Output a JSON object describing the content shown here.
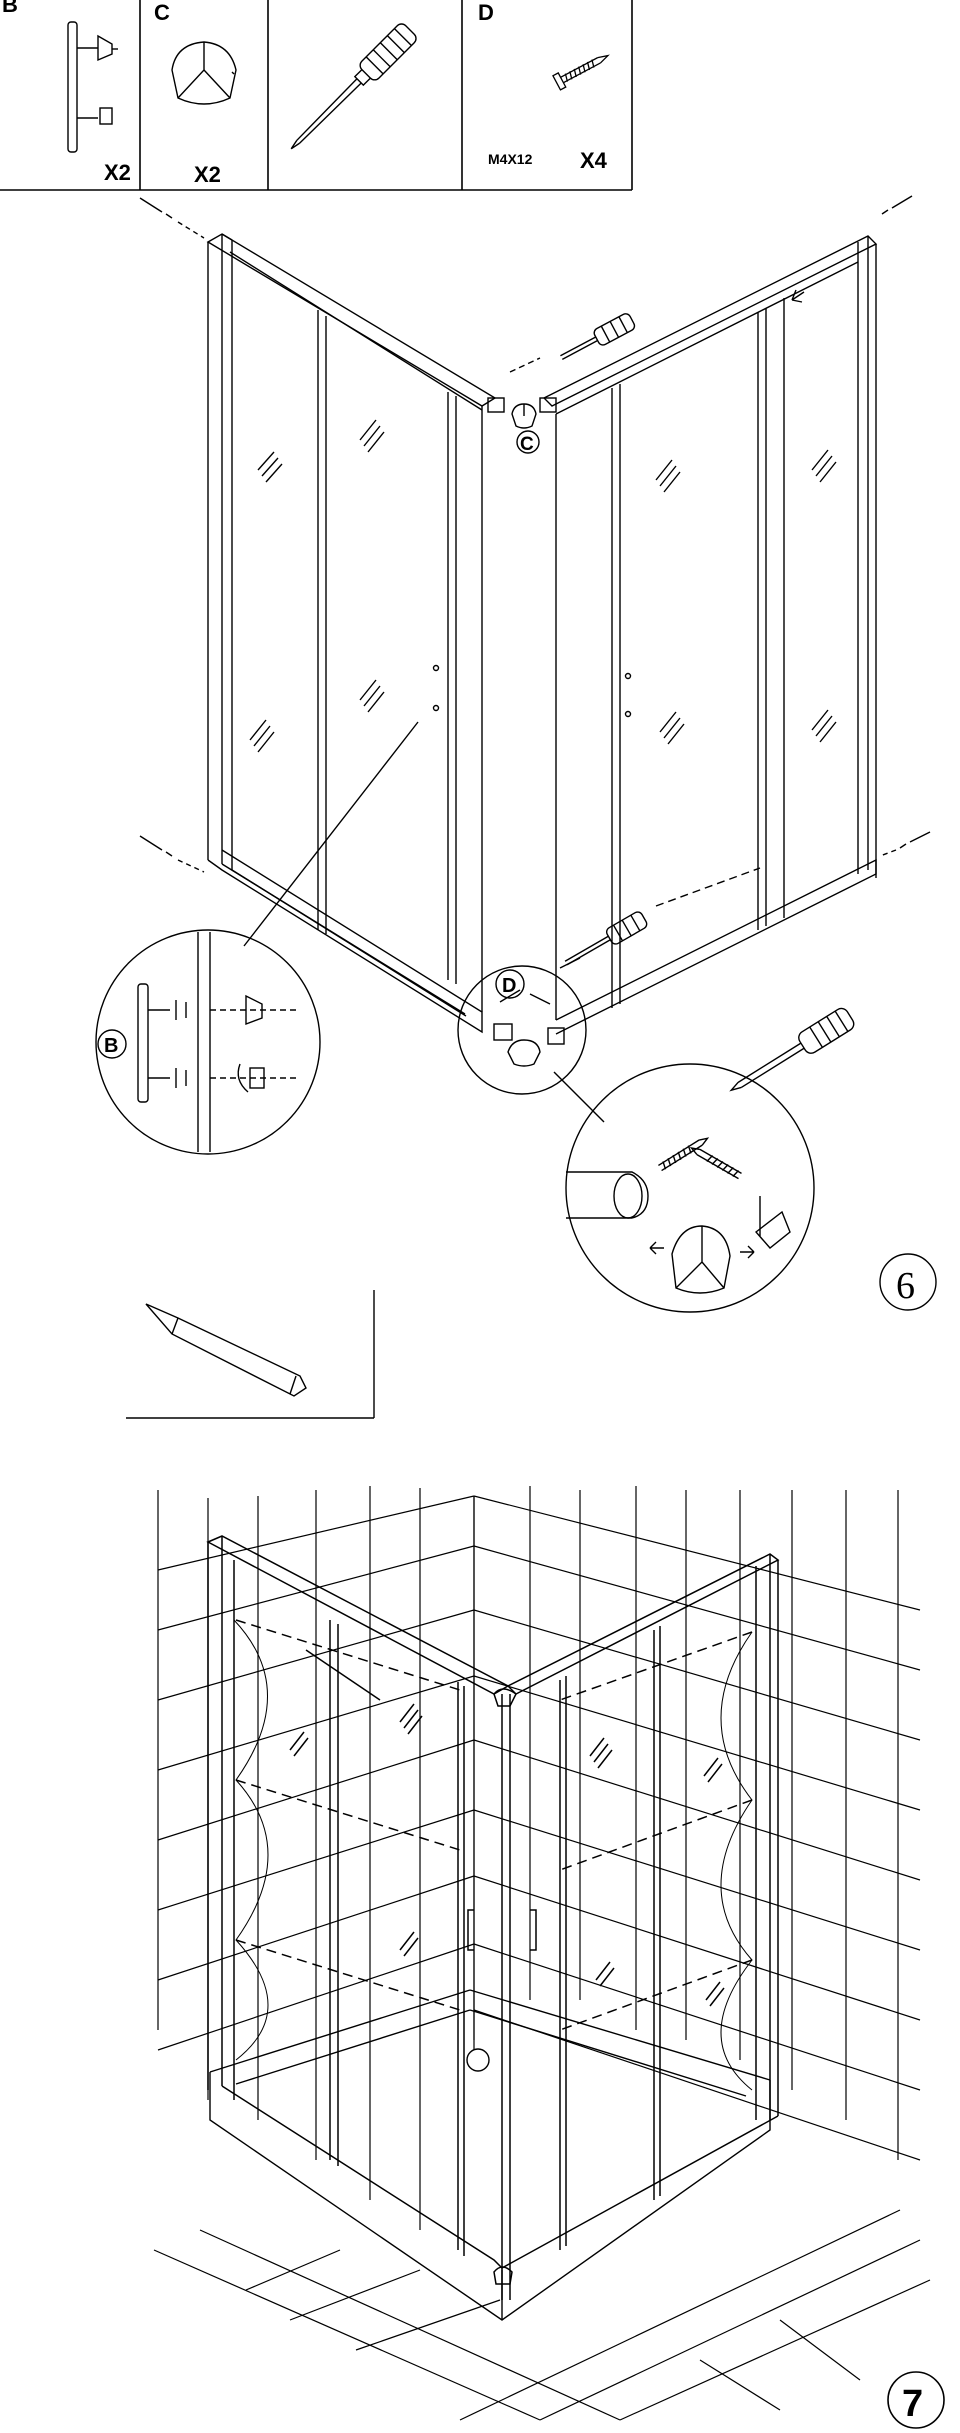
{
  "parts_table": {
    "cells": [
      {
        "letter": "B",
        "qty": "X2",
        "spec": ""
      },
      {
        "letter": "C",
        "qty": "X2",
        "spec": ""
      },
      {
        "letter": "",
        "qty": "",
        "spec": ""
      },
      {
        "letter": "D",
        "qty": "X4",
        "spec": "M4X12"
      }
    ]
  },
  "step6": {
    "number": "6",
    "callout_c": "C",
    "callout_d": "D",
    "callout_b": "B"
  },
  "step7": {
    "number": "7"
  }
}
